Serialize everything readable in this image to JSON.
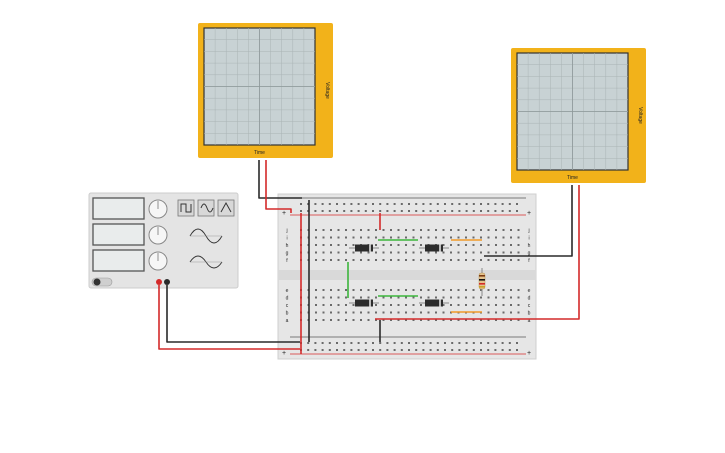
{
  "colors": {
    "scope_frame": "#f2b21a",
    "scope_screen": "#c8d2d4",
    "grid": "#aab4b6",
    "board": "#e6e6e6",
    "generator_body": "#e4e4e4",
    "wire_red": "#d42a2a",
    "wire_black": "#2a2a2a",
    "wire_green": "#3cb53c",
    "wire_orange": "#f09a28",
    "diode_body": "#2c2c2c"
  },
  "oscilloscopes": [
    {
      "x_label": "Time",
      "y_label": "Voltage"
    },
    {
      "x_label": "Time",
      "y_label": "Voltage"
    }
  ],
  "function_generator": {
    "waveform_buttons": [
      "square-wave-icon",
      "sine-wave-icon",
      "triangle-wave-icon"
    ],
    "power_icon": "power-toggle-icon"
  },
  "breadboard": {
    "row_letters_top": [
      "j",
      "i",
      "h",
      "g",
      "f"
    ],
    "row_letters_bottom": [
      "e",
      "d",
      "c",
      "b",
      "a"
    ],
    "rail_plus": "+",
    "rail_minus": "−"
  }
}
